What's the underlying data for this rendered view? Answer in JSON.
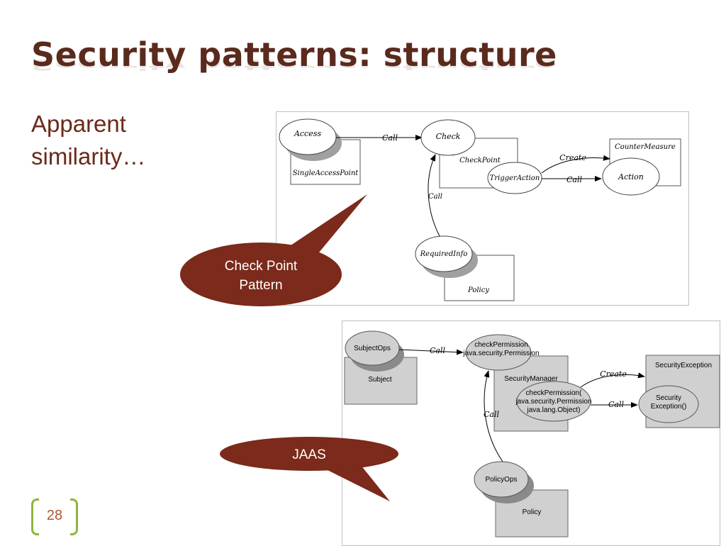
{
  "slide": {
    "title": "Security patterns: structure",
    "subtitle": "Apparent similarity…",
    "page_number": "28"
  },
  "diagram1": {
    "nodes": {
      "access": "Access",
      "single_access_point": "SingleAccessPoint",
      "check": "Check",
      "checkpoint": "CheckPoint",
      "trigger_action": "TriggerAction",
      "counter_measure": "CounterMeasure",
      "action": "Action",
      "required_info": "RequiredInfo",
      "policy": "Policy"
    },
    "edges": {
      "access_check": "Call",
      "trigger_counter": "Create",
      "trigger_action": "Call",
      "required_check": "Call"
    },
    "callout": "Check Point Pattern"
  },
  "diagram2": {
    "nodes": {
      "subject_ops": "SubjectOps",
      "subject": "Subject",
      "check_permission_1": "checkPermission",
      "check_permission_1_arg": "java.security.Permission",
      "security_manager": "SecurityManager",
      "check_permission_2": "checkPermission(",
      "check_permission_2_arg1": "java.security.Permission",
      "check_permission_2_arg2": "java.lang.Object)",
      "security_exception_class": "SecurityException",
      "security_exception_ctor_1": "Security",
      "security_exception_ctor_2": "Exception()",
      "policy_ops": "PolicyOps",
      "policy": "Policy"
    },
    "edges": {
      "subject_check": "Call",
      "check_create": "Create",
      "check_call": "Call",
      "policy_call": "Call"
    },
    "callout": "JAAS"
  },
  "colors": {
    "title": "#5a2a1d",
    "callout": "#7b2a1b",
    "gray_fill": "#d0d0d0",
    "page_bracket": "#8db63c",
    "page_number": "#b0552e"
  }
}
